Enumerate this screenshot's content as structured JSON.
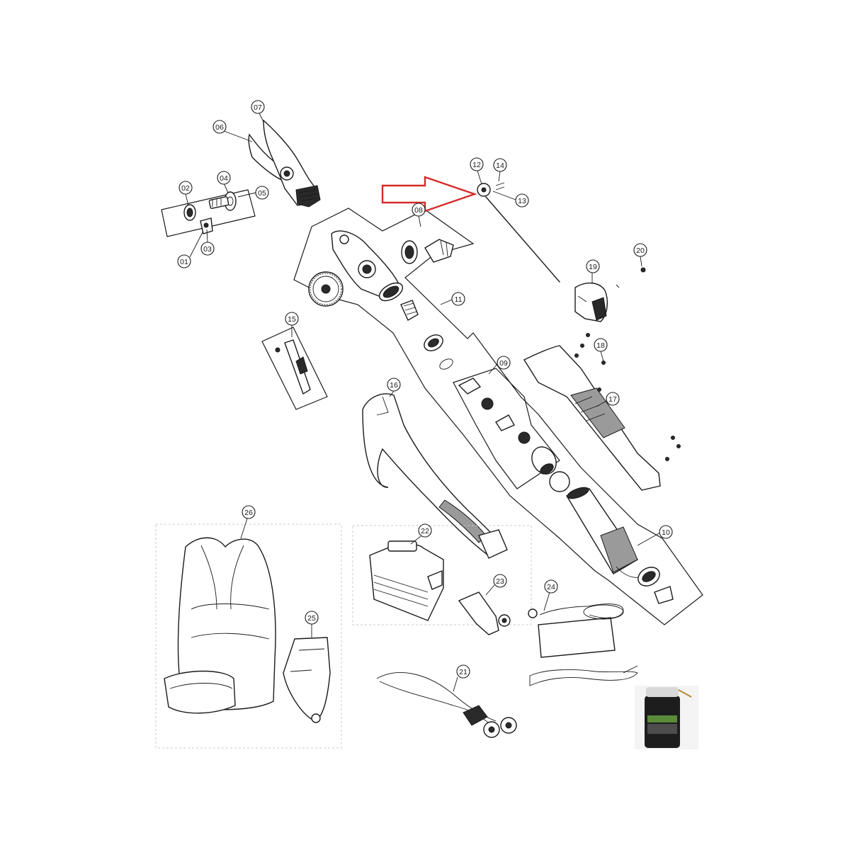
{
  "callouts": {
    "p01": "01",
    "p02": "02",
    "p03": "03",
    "p04": "04",
    "p05": "05",
    "p06": "06",
    "p07": "07",
    "p08": "08",
    "p09": "09",
    "p10": "10",
    "p11": "11",
    "p12": "12",
    "p13": "13",
    "p14": "14",
    "p15": "15",
    "p16": "16",
    "p17": "17",
    "p18": "18",
    "p19": "19",
    "p20": "20",
    "p21": "21",
    "p22": "22",
    "p23": "23",
    "p24": "24",
    "p25": "25",
    "p26": "26"
  },
  "highlight": {
    "arrow_color": "#d62a2a",
    "target": "12"
  },
  "colors": {
    "line": "#1a1a1a",
    "background": "#ffffff",
    "arrow": "#d62a2a"
  }
}
